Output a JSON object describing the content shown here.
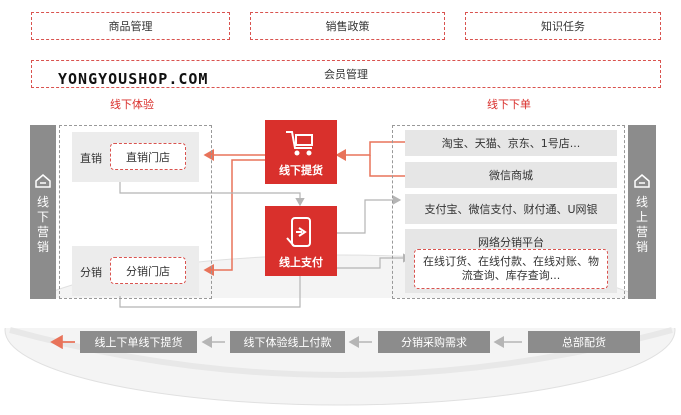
{
  "top": {
    "products": "商品管理",
    "sales_policy": "销售政策",
    "knowledge": "知识任务",
    "member": "会员管理"
  },
  "watermark": "YONGYOUSHOP.COM",
  "offline_experience": {
    "title": "线下体验",
    "direct_label": "直销",
    "direct_store": "直销门店",
    "dist_label": "分销",
    "dist_store": "分销门店"
  },
  "offline_order": {
    "title": "线下下单",
    "items": [
      "淘宝、天猫、京东、1号店...",
      "微信商城",
      "支付宝、微信支付、财付通、U网银"
    ],
    "dist_platform": "网络分销平台",
    "dist_detail": "在线订货、在线付款、在线对账、物流查询、库存查询..."
  },
  "middle": {
    "pickup": "线下提货",
    "payment": "线上支付"
  },
  "left_bar": "线下营销",
  "right_bar": "线上营销",
  "flow": [
    "线上下单线下提货",
    "线下体验线上付款",
    "分销采购需求",
    "总部配货"
  ],
  "colors": {
    "accent": "#d9302c",
    "grey": "#8c8c8c"
  }
}
